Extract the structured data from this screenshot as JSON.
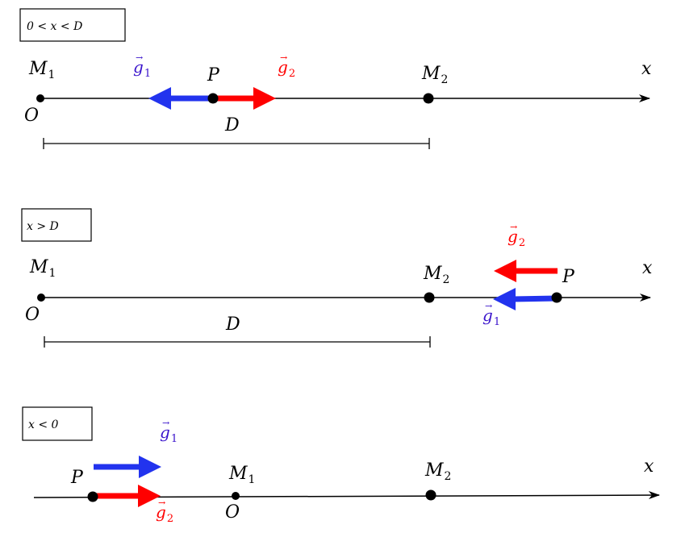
{
  "colors": {
    "g1": "#2233ee",
    "g1_label": "#3a14cc",
    "g2": "#ff0000",
    "axis": "#000000"
  },
  "panel_top": {
    "case_label": "0 < x < D",
    "m1": "M",
    "m1_sub": "1",
    "m2": "M",
    "m2_sub": "2",
    "p": "P",
    "o": "O",
    "x": "x",
    "d": "D",
    "g1": "g",
    "g1_sub": "1",
    "g2": "g",
    "g2_sub": "2"
  },
  "panel_middle": {
    "case_label": "x > D",
    "m1": "M",
    "m1_sub": "1",
    "m2": "M",
    "m2_sub": "2",
    "p": "P",
    "o": "O",
    "x": "x",
    "d": "D",
    "g1": "g",
    "g1_sub": "1",
    "g2": "g",
    "g2_sub": "2"
  },
  "panel_bottom": {
    "case_label": "x < 0",
    "m1": "M",
    "m1_sub": "1",
    "m2": "M",
    "m2_sub": "2",
    "p": "P",
    "o": "O",
    "x": "x",
    "g1": "g",
    "g1_sub": "1",
    "g2": "g",
    "g2_sub": "2"
  }
}
